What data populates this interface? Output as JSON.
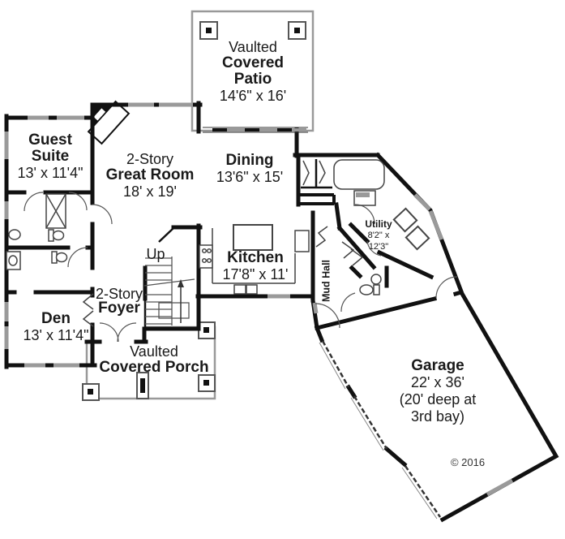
{
  "plan": {
    "copyright": "© 2016",
    "rooms": {
      "patio": {
        "l1": "Vaulted",
        "l2": "Covered",
        "l3": "Patio",
        "dims": "14'6\" x 16'"
      },
      "guest_suite": {
        "l1": "Guest",
        "l2": "Suite",
        "dims": "13' x 11'4\""
      },
      "great_room": {
        "l1": "2-Story",
        "l2": "Great Room",
        "dims": "18' x 19'"
      },
      "dining": {
        "name": "Dining",
        "dims": "13'6\" x 15'"
      },
      "utility": {
        "name": "Utility",
        "dims1": "8'2\" x",
        "dims2": "12'3\""
      },
      "kitchen": {
        "name": "Kitchen",
        "dims": "17'8\" x 11'"
      },
      "mud_hall": {
        "name": "Mud Hall"
      },
      "stairs": {
        "label": "Up"
      },
      "foyer": {
        "l1": "2-Story",
        "l2": "Foyer"
      },
      "den": {
        "name": "Den",
        "dims": "13' x 11'4\""
      },
      "porch": {
        "l1": "Vaulted",
        "l2": "Covered Porch"
      },
      "garage": {
        "name": "Garage",
        "dims": "22' x 36'",
        "note1": "(20' deep at",
        "note2": "3rd bay)"
      }
    },
    "colors": {
      "wall": "#111111",
      "window": "#9a9a9a",
      "light_outline": "#999999",
      "text": "#1a1a1a"
    }
  }
}
